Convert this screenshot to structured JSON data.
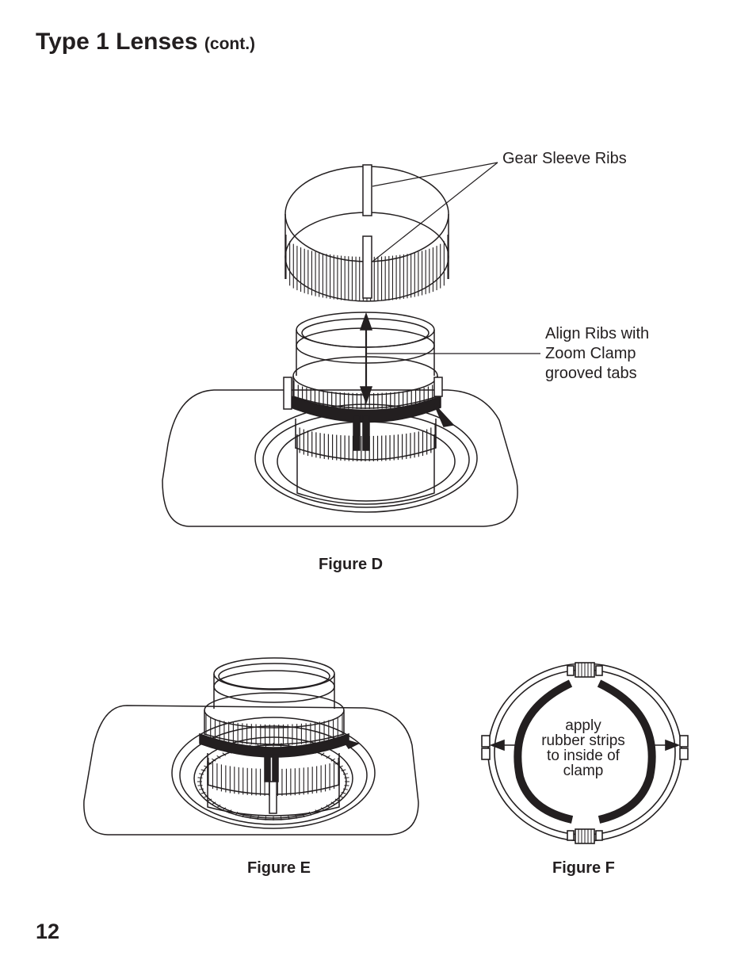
{
  "header": {
    "title": "Type 1 Lenses",
    "title_suffix": "(cont.)"
  },
  "figure_d": {
    "caption": "Figure D",
    "callout_ribs": "Gear Sleeve Ribs",
    "callout_align": [
      "Align Ribs with",
      "Zoom Clamp",
      "grooved tabs"
    ]
  },
  "figure_e": {
    "caption": "Figure E"
  },
  "figure_f": {
    "caption": "Figure F",
    "note": [
      "apply",
      "rubber strips",
      "to inside of",
      "clamp"
    ]
  },
  "footer": {
    "page_number": "12"
  }
}
